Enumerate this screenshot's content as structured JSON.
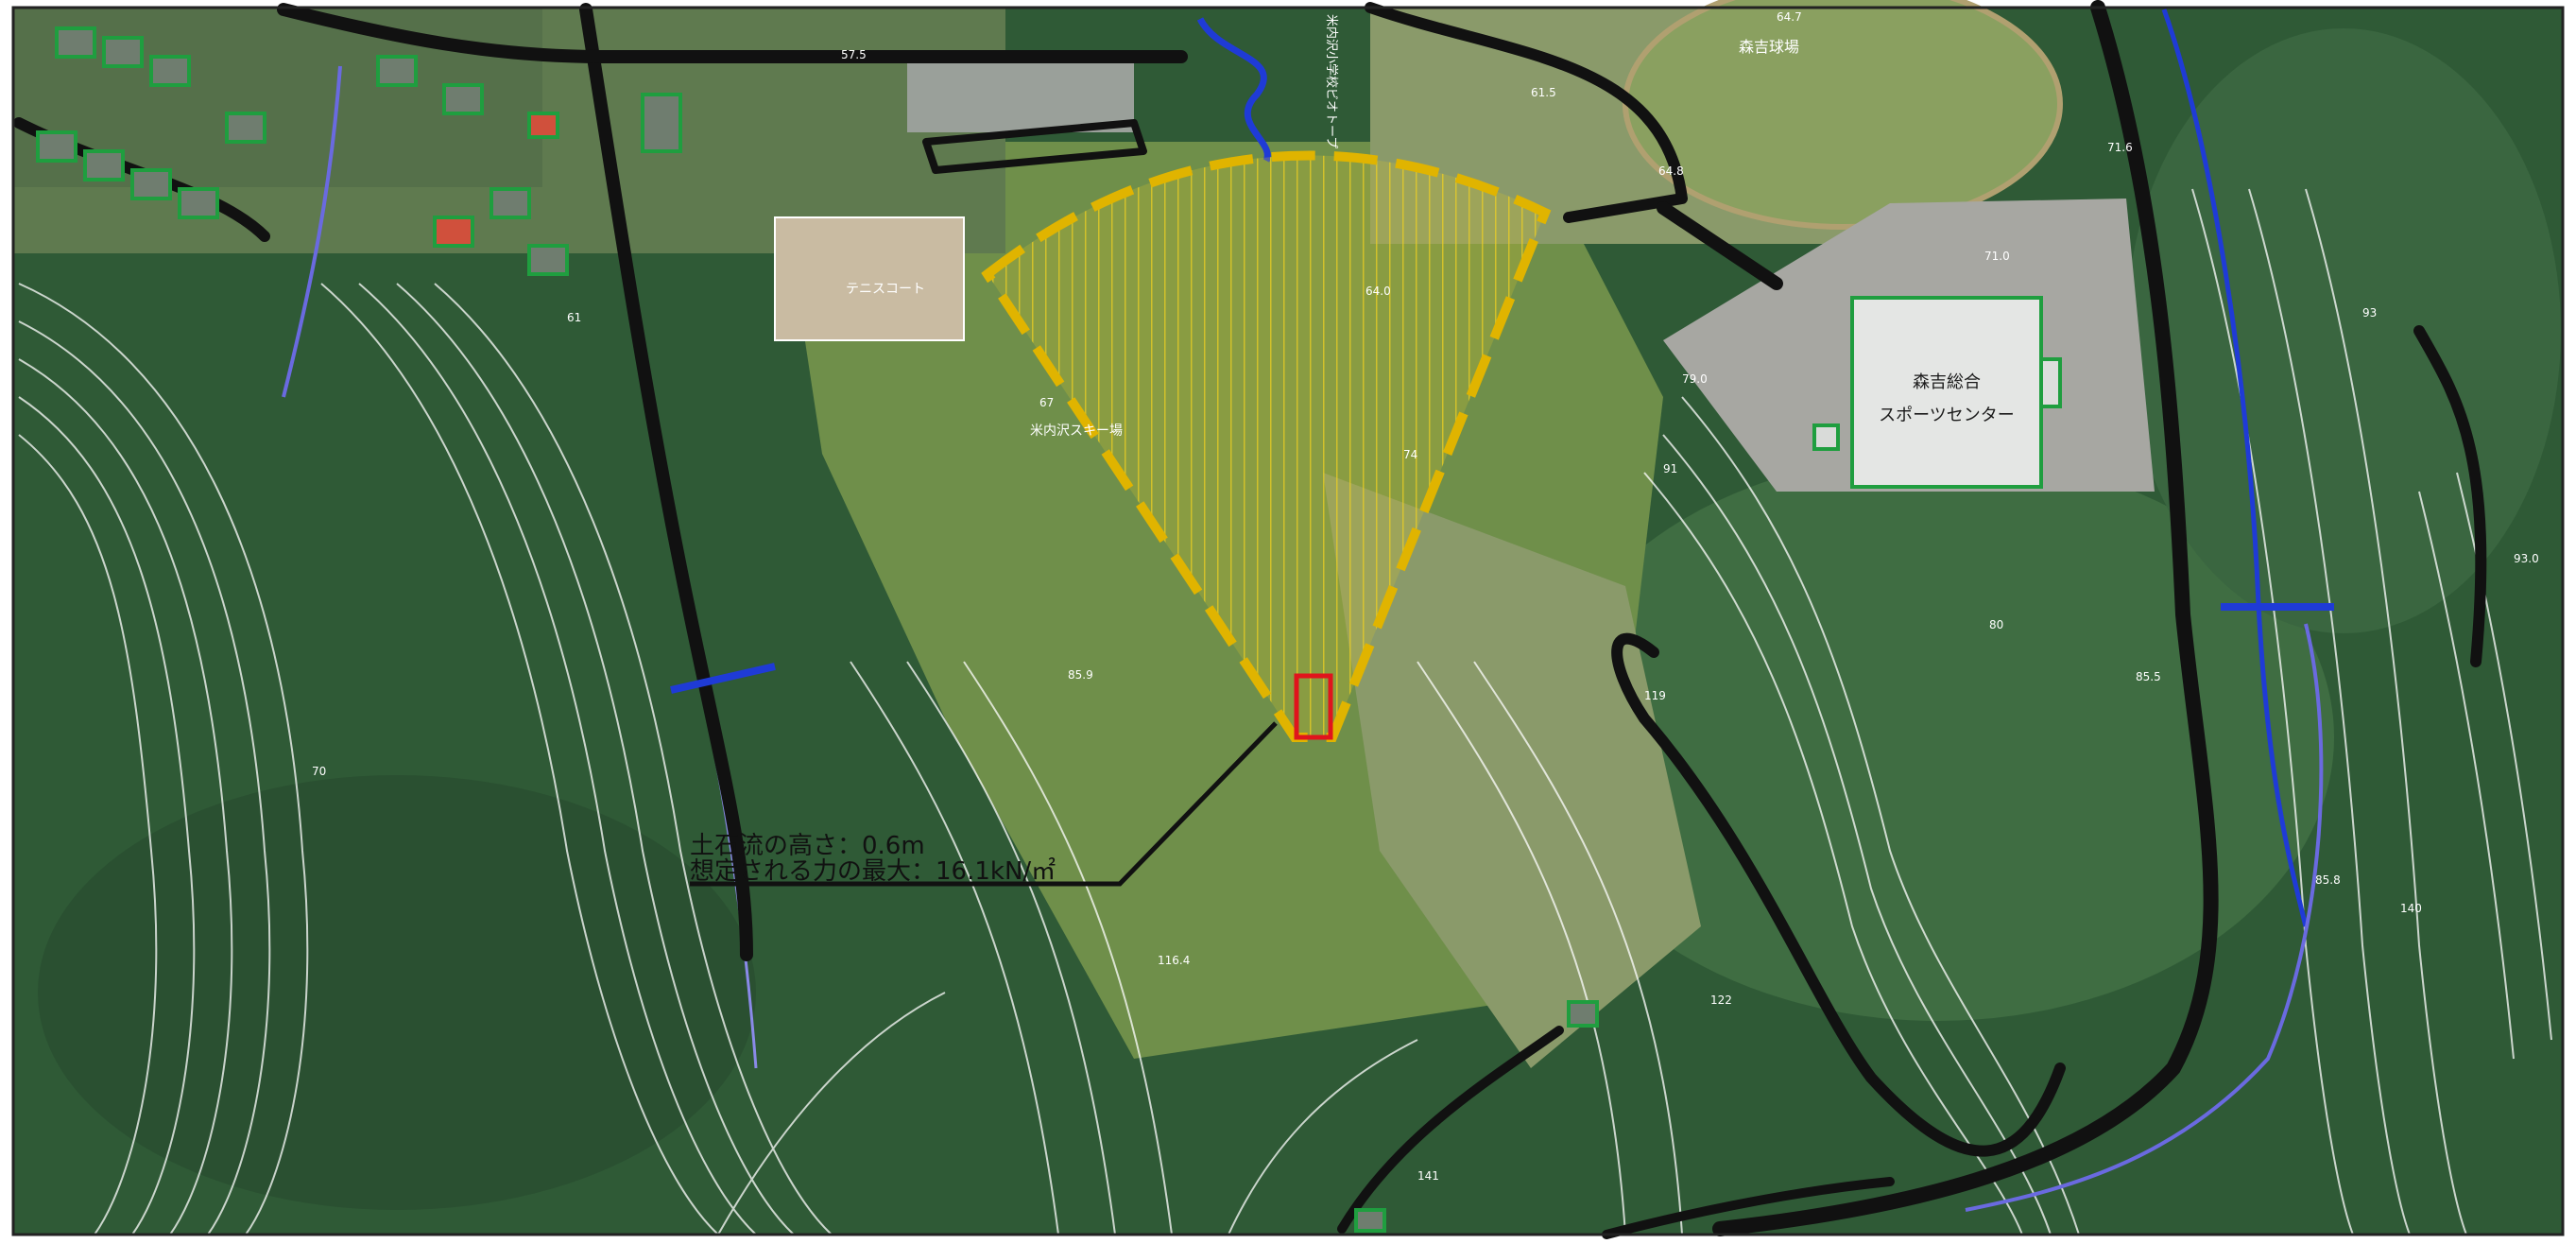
{
  "map": {
    "place_labels": {
      "sports_center_line1": "森吉総合",
      "sports_center_line2": "スポーツセンター",
      "baseball_field": "森吉球場",
      "tennis_court": "テニスコート",
      "ski_area": "米内沢スキー場",
      "school_biotope": "米内沢小学校ビオトープ"
    },
    "elevation_labels": [
      "64.7",
      "57.5",
      "61.5",
      "64.0",
      "71.6",
      "71.0",
      "64.8",
      "67",
      "74",
      "79.0",
      "91",
      "85.9",
      "119",
      "80",
      "85.5",
      "61",
      "116.4",
      "122",
      "85.8",
      "141",
      "93.0",
      "93",
      "70",
      "140"
    ],
    "annotation": {
      "line1": "土石流の高さ：0.6m",
      "line2": "想定される力の最大：16.1kN/㎡"
    },
    "colors": {
      "forest": "#2f5a36",
      "forest_light": "#3f6d42",
      "grass": "#6f8f4a",
      "hazard_fill": "#e8cc2a",
      "hazard_outline": "#e0b400",
      "road": "#111111",
      "river": "#1f3bd6",
      "contour": "#ffffff",
      "building_outline": "#1f9e3f",
      "source_box": "#e0141c"
    }
  }
}
